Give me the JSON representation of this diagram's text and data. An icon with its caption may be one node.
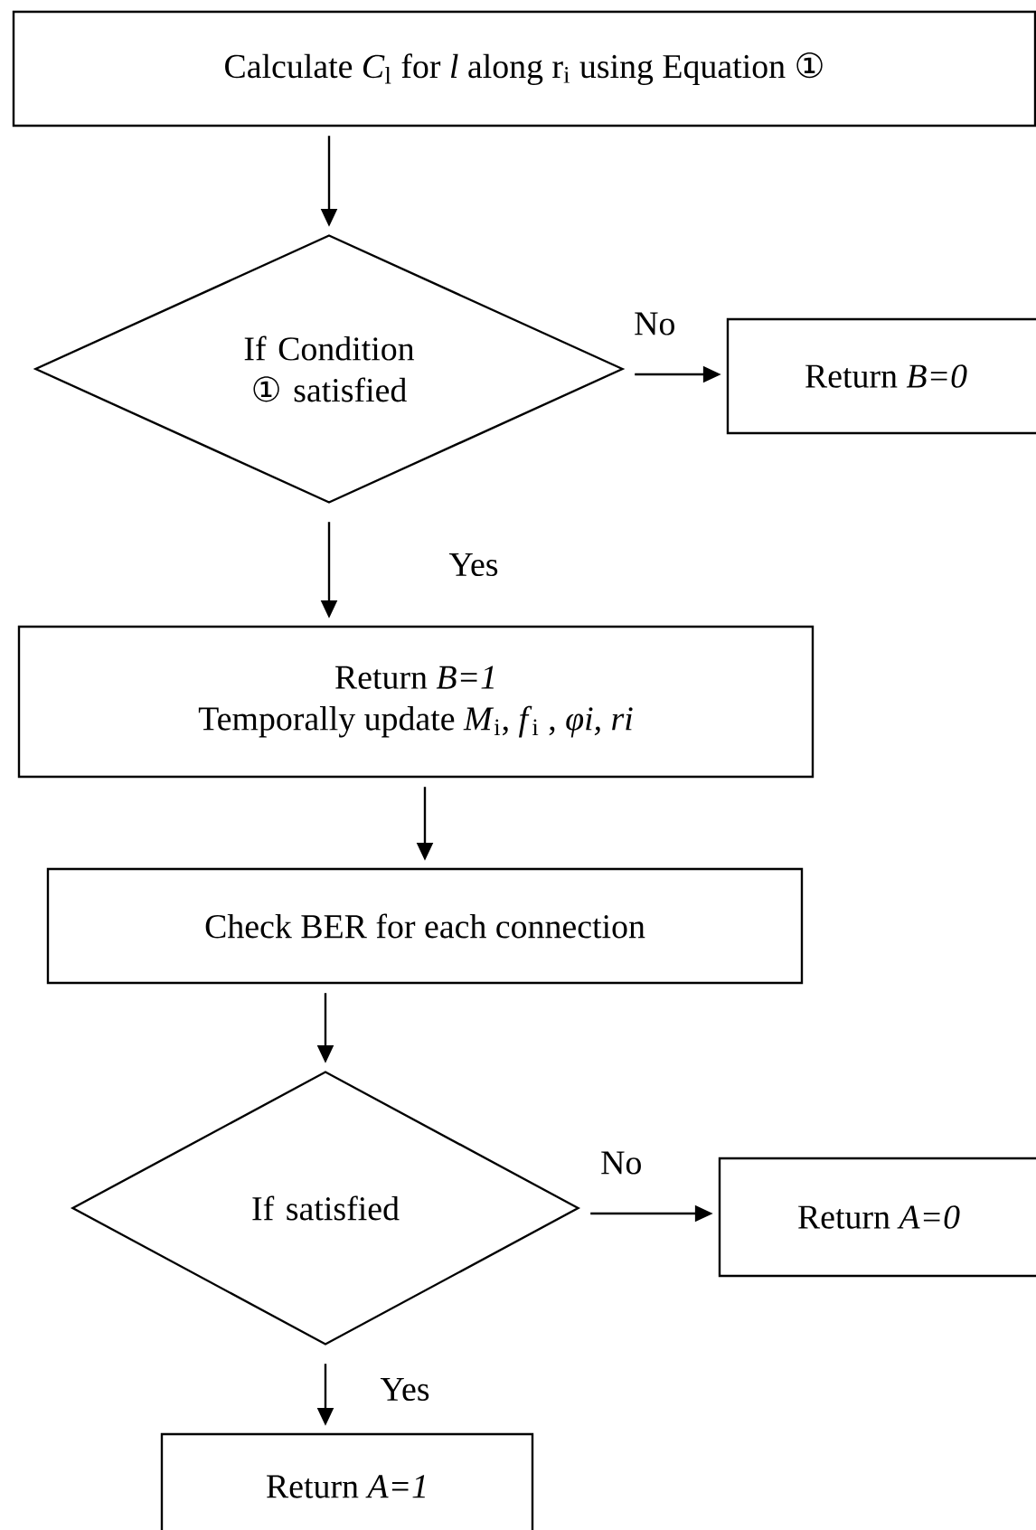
{
  "diagram": {
    "nodes": [
      {
        "text": [
          "Calculate *C*$_{l}$ for *l* along r$_{i}$ using Equation ①"
        ]
      },
      {
        "text": [
          "If Condition ① satisfied"
        ]
      },
      {
        "text": [
          "Return *B=0*"
        ]
      },
      {
        "text": [
          "Return *B=1*",
          "Temporally update *M*$_{i}$, *f*$_{i}$ , *φi, ri*"
        ]
      },
      {
        "text": [
          "Check BER for each connection"
        ]
      },
      {
        "text": [
          "If satisfied"
        ]
      },
      {
        "text": [
          "Return *A=0*"
        ]
      },
      {
        "text": [
          "Return *A=1*"
        ]
      }
    ],
    "edges": [
      {
        "from": 0,
        "to": 1,
        "arrow": "to"
      },
      {
        "from": 1,
        "to": 2,
        "arrow": "to",
        "label": "No"
      },
      {
        "from": 1,
        "to": 3,
        "arrow": "to",
        "label": "Yes"
      },
      {
        "from": 3,
        "to": 4,
        "arrow": "to"
      },
      {
        "from": 4,
        "to": 5,
        "arrow": "to"
      },
      {
        "from": 5,
        "to": 6,
        "arrow": "to",
        "label": "No"
      },
      {
        "from": 5,
        "to": 7,
        "arrow": "to",
        "label": "Yes"
      }
    ]
  }
}
